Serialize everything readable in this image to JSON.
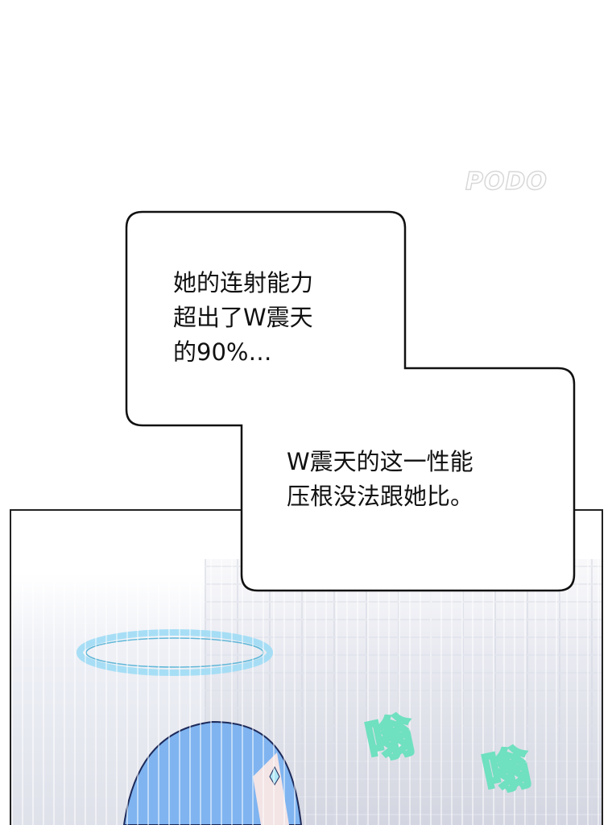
{
  "watermark": "PODO",
  "bubble_1": {
    "lines": [
      "她的连射能力",
      "超出了W震天",
      "的90%…"
    ]
  },
  "bubble_2": {
    "lines": [
      "W震天的这一性能",
      "压根没法跟她比。"
    ]
  },
  "sound_effects": [
    "嗡",
    "嗡"
  ],
  "colors": {
    "hair": "#7fb4f0",
    "halo": "#9fdcf5",
    "sfx": "#6fe0c0",
    "outline": "#222222"
  }
}
